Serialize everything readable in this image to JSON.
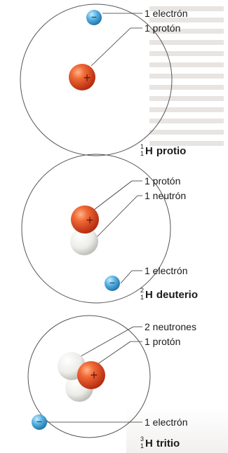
{
  "panels": [
    {
      "symbol": "H",
      "mass_number": "1",
      "atomic_number": "1",
      "name": "protio",
      "labels": [
        "1 electrón",
        "1 protón"
      ]
    },
    {
      "symbol": "H",
      "mass_number": "2",
      "atomic_number": "1",
      "name": "deuterio",
      "labels": [
        "1 protón",
        "1 neutrón",
        "1 electrón"
      ]
    },
    {
      "symbol": "H",
      "mass_number": "3",
      "atomic_number": "1",
      "name": "tritio",
      "labels": [
        "2 neutrones",
        "1 protón",
        "1 electrón"
      ]
    }
  ],
  "particle_signs": {
    "electron": "−",
    "proton": "+"
  },
  "colors": {
    "proton": "#e0451f",
    "neutron": "#eeeeea",
    "electron": "#4ea9d8",
    "orbit": "#555555"
  }
}
